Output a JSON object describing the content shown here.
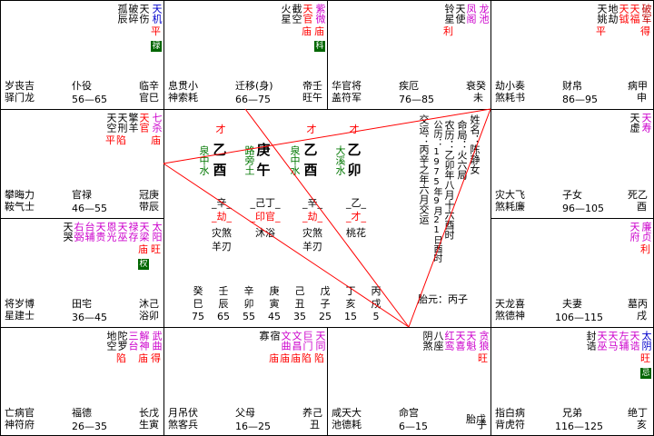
{
  "palaces": {
    "sisi": {
      "stars_major": [
        "天机"
      ],
      "major_status": [
        "平"
      ],
      "stars_minor": [
        "天伤",
        "破碎",
        "孤辰"
      ],
      "seal": "禄",
      "left_bottom": [
        "岁丧吉",
        "驿门龙"
      ],
      "palace_name": "仆役",
      "range": "56—65",
      "stem_branch": [
        "临辛",
        "官巳"
      ]
    },
    "wu": {
      "stars_major": [
        "紫微"
      ],
      "major_status": [
        "庙"
      ],
      "stars_minor": [
        "天官",
        "截空",
        "火星"
      ],
      "minor_status": [
        "庙"
      ],
      "seal": "科",
      "left_bottom": [
        "息贯小",
        "神索耗"
      ],
      "palace_name": "迁移(身)",
      "range": "66—75",
      "stem_branch": [
        "帝壬",
        "旺午"
      ]
    },
    "wei": {
      "stars_minor": [
        "龙池",
        "凤阁",
        "天使",
        "铃星"
      ],
      "minor_status": [
        "利"
      ],
      "left_bottom": [
        "华官将",
        "盖符军"
      ],
      "palace_name": "疾厄",
      "range": "76—85",
      "stem_branch": [
        "衰癸",
        "未"
      ]
    },
    "shen": {
      "stars_major": [
        "破军"
      ],
      "major_status": [
        "得"
      ],
      "stars_minor": [
        "天福",
        "天钺",
        "地劫",
        "天姚"
      ],
      "minor_status": [
        "平"
      ],
      "left_bottom": [
        "劫小奏",
        "煞耗书"
      ],
      "palace_name": "财帛",
      "range": "86—95",
      "stem_branch": [
        "病甲",
        "申"
      ]
    },
    "chen": {
      "stars_major": [
        "七杀"
      ],
      "major_status": [
        "庙"
      ],
      "stars_minor": [
        "天官",
        "擎羊",
        "天刑",
        "天空"
      ],
      "minor_status": [
        "平",
        "陷"
      ],
      "left_bottom": [
        "攀晦力",
        "鞍气士"
      ],
      "palace_name": "官禄",
      "range": "46—55",
      "stem_branch": [
        "冠庚",
        "带辰"
      ]
    },
    "you": {
      "stars_minor": [
        "天寿",
        "天虚"
      ],
      "left_bottom": [
        "灾大飞",
        "煞耗廉"
      ],
      "palace_name": "子女",
      "range": "96—105",
      "stem_branch": [
        "死乙",
        "酉"
      ]
    },
    "mao": {
      "stars_major": [
        "太阳",
        "天梁"
      ],
      "major_status": [
        "庙",
        "旺"
      ],
      "stars_minor": [
        "禄存",
        "天巫",
        "恩光",
        "天贵",
        "台辅",
        "右弼",
        "天哭"
      ],
      "seal": "权",
      "left_bottom": [
        "将岁博",
        "星建士"
      ],
      "palace_name": "田宅",
      "range": "36—45",
      "stem_branch": [
        "沐己",
        "浴卯"
      ]
    },
    "xu": {
      "stars_major": [
        "廉贞",
        "天府"
      ],
      "major_status": [
        "利"
      ],
      "left_bottom": [
        "天龙喜",
        "煞德神"
      ],
      "palace_name": "夫妻",
      "range": "106—115",
      "stem_branch": [
        "墓丙",
        "戌"
      ]
    },
    "yin": {
      "stars_major": [
        "武曲"
      ],
      "major_status": [
        "庙",
        "得"
      ],
      "stars_minor": [
        "解神",
        "三台",
        "陀罗",
        "地空"
      ],
      "minor_status": [
        "陷"
      ],
      "left_bottom": [
        "亡病官",
        "神符府"
      ],
      "palace_name": "福德",
      "range": "26—35",
      "stem_branch": [
        "长戊",
        "生寅"
      ]
    },
    "chou": {
      "stars_major": [
        "天同",
        "巨门"
      ],
      "major_status": [
        "庙",
        "陷",
        "陷"
      ],
      "stars_minor": [
        "文昌",
        "文曲",
        "宿",
        "寡"
      ],
      "minor_status": [
        "庙",
        "庙"
      ],
      "left_bottom": [
        "月吊伏",
        "煞客兵"
      ],
      "palace_name": "父母",
      "range": "16—25",
      "stem_branch": [
        "养己",
        "丑"
      ]
    },
    "zi": {
      "stars_major": [
        "贪狼"
      ],
      "major_status": [
        "旺"
      ],
      "stars_minor": [
        "天魁",
        "天喜",
        "红鸾",
        "八座",
        "阴煞"
      ],
      "left_bottom": [
        "咸天大",
        "池德耗"
      ],
      "palace_name": "命宫",
      "range": "6—15",
      "stem_branch": [
        "胎戊",
        "子"
      ]
    },
    "hai": {
      "stars_major": [
        "太阴"
      ],
      "major_status": [
        "旺"
      ],
      "stars_minor": [
        "天诰",
        "左辅",
        "天马",
        "天巫",
        "封诰"
      ],
      "seal": "忌",
      "left_bottom": [
        "指白病",
        "背虎符"
      ],
      "palace_name": "兄弟",
      "range": "116—125",
      "stem_branch": [
        "绝丁",
        "亥"
      ]
    }
  },
  "center": {
    "pillars": [
      {
        "top": "才",
        "stem": "乙",
        "branch": "酉",
        "nayin": "泉中水",
        "hidden": "_辛_",
        "hidden_label": "_劫_",
        "sha": "灾煞",
        "sha2": "羊刃"
      },
      {
        "top": "",
        "stem": "庚",
        "branch": "午",
        "nayin": "路旁土",
        "hidden": "_己丁_",
        "hidden_label": "_印官_",
        "sha": "沐浴",
        "sha2": ""
      },
      {
        "top": "才",
        "stem": "乙",
        "branch": "酉",
        "nayin": "泉中水",
        "hidden": "_辛_",
        "hidden_label": "_劫_",
        "sha": "灾煞",
        "sha2": "羊刃"
      },
      {
        "top": "才",
        "stem": "乙",
        "branch": "卯",
        "nayin": "大溪水",
        "hidden": "_乙_",
        "hidden_label": "_才_",
        "sha": "桃花",
        "sha2": ""
      }
    ],
    "info": {
      "name": "姓名：陈静女",
      "ming_ju": "命局：火六局",
      "lunar": "农历：乙卯年八月十六酉时",
      "solar": "公历：1975年9月21日酉时",
      "jiao_yun": "交运：丙辛之年六月交运"
    },
    "dayun_stems": [
      "癸",
      "壬",
      "辛",
      "庚",
      "己",
      "戊",
      "丁",
      "丙"
    ],
    "dayun_branches": [
      "巳",
      "辰",
      "卯",
      "寅",
      "丑",
      "子",
      "亥",
      "戌"
    ],
    "dayun_ages": [
      "75",
      "65",
      "55",
      "45",
      "35",
      "25",
      "15",
      "5"
    ],
    "taiyuan": "胎元：丙子"
  }
}
